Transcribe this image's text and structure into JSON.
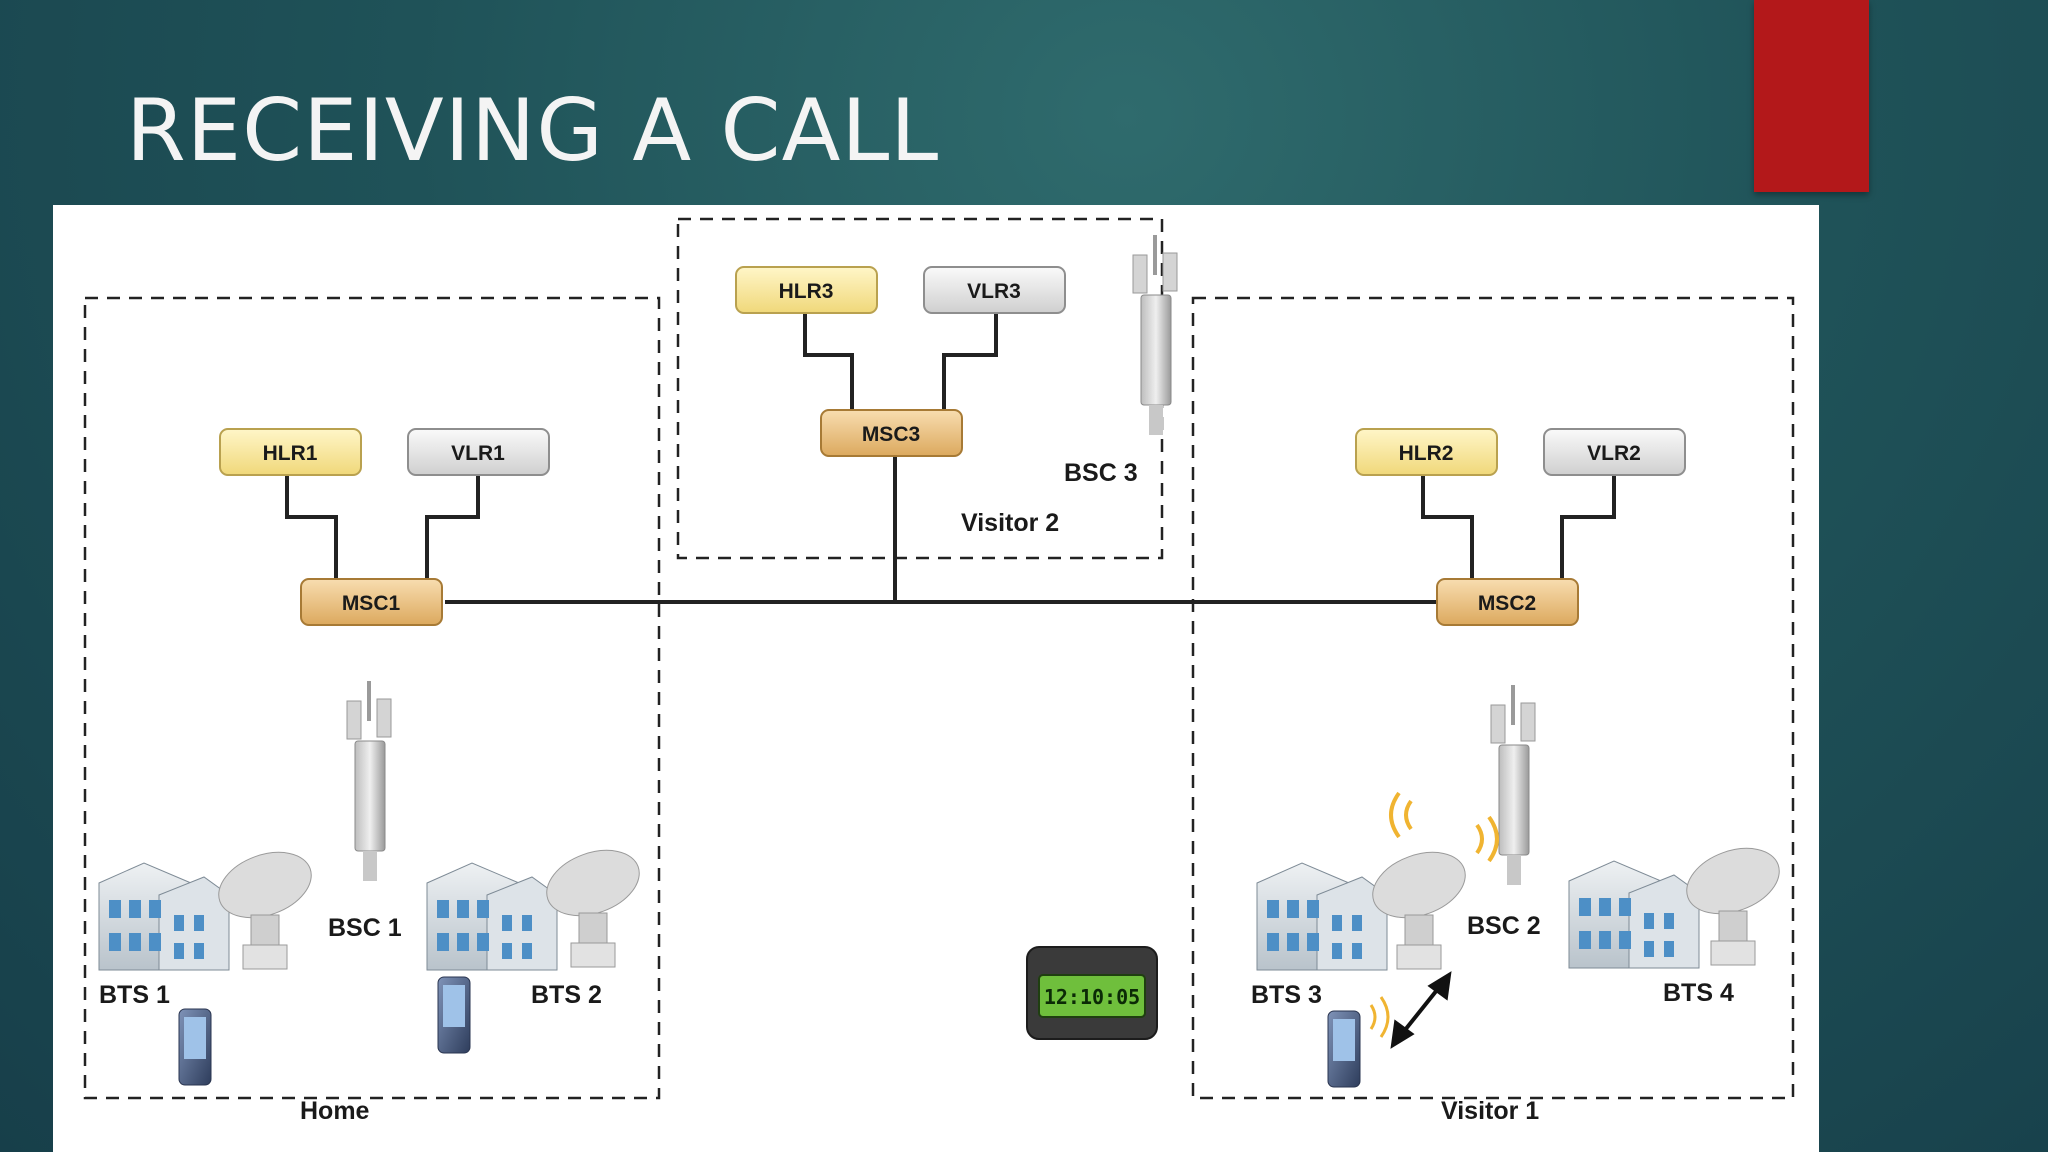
{
  "slide": {
    "title": "RECEIVING A CALL",
    "accent_color": "#b3181a"
  },
  "diagram": {
    "regions": {
      "home": "Home",
      "visitor1": "Visitor 1",
      "visitor2": "Visitor 2"
    },
    "nodes": {
      "hlr1": "HLR1",
      "vlr1": "VLR1",
      "msc1": "MSC1",
      "hlr2": "HLR2",
      "vlr2": "VLR2",
      "msc2": "MSC2",
      "hlr3": "HLR3",
      "vlr3": "VLR3",
      "msc3": "MSC3"
    },
    "stations": {
      "bsc1": "BSC 1",
      "bsc2": "BSC 2",
      "bsc3": "BSC 3",
      "bts1": "BTS 1",
      "bts2": "BTS 2",
      "bts3": "BTS 3",
      "bts4": "BTS 4"
    },
    "clock_time": "12:10:05",
    "colors": {
      "hlr_fill": "#f7e7a0",
      "vlr_fill": "#e6e6e6",
      "msc_fill": "#ecc98a"
    }
  }
}
